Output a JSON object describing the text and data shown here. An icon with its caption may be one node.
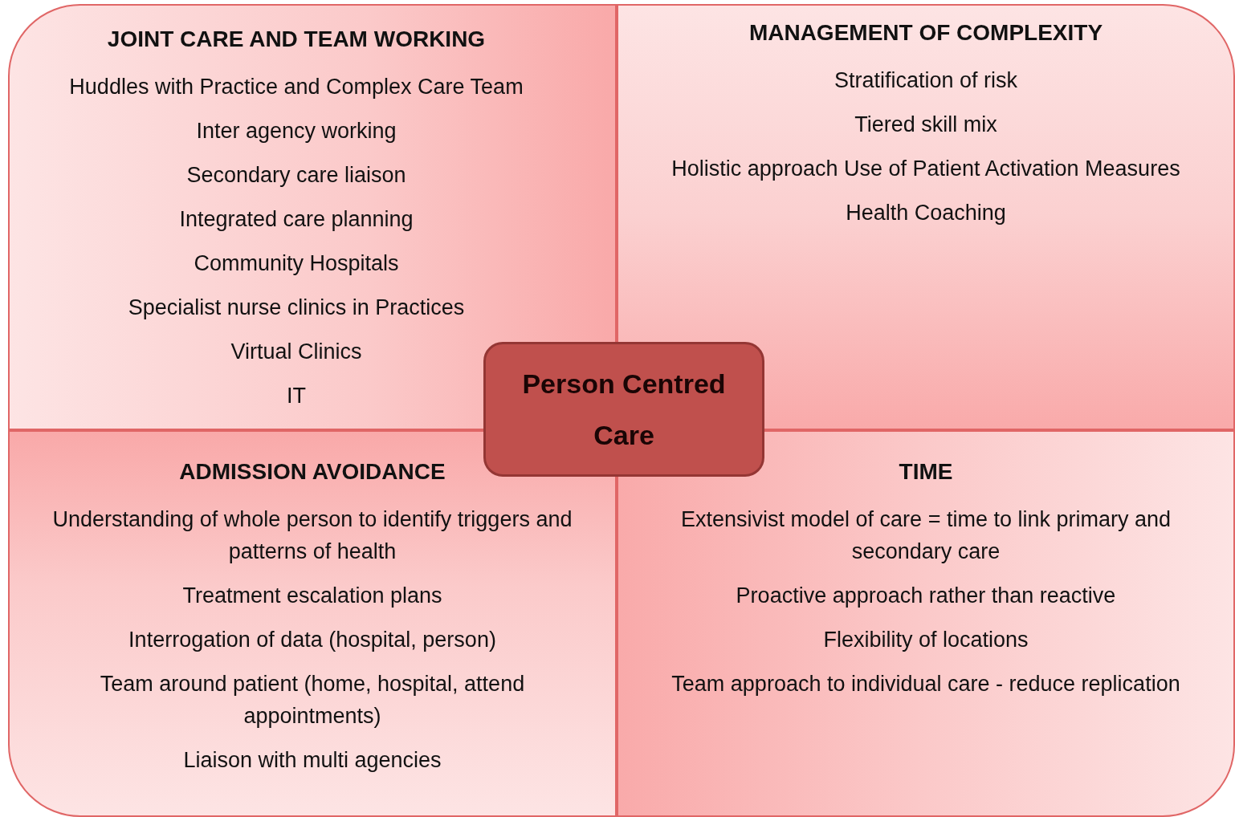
{
  "diagram": {
    "nodes": [
      {
        "text": [
          "JOINT CARE AND TEAM WORKING",
          "Huddles with Practice and Complex Care Team",
          "Inter agency working",
          "Secondary care liaison",
          "Integrated care planning",
          "Community Hospitals",
          "Specialist nurse clinics in Practices",
          "Virtual Clinics",
          "IT"
        ]
      },
      {
        "text": [
          "MANAGEMENT OF COMPLEXITY",
          "Stratification of risk",
          "Tiered skill mix",
          "Holistic approach  Use of Patient Activation Measures",
          "Health Coaching"
        ]
      },
      {
        "text": [
          "ADMISSION AVOIDANCE",
          "Understanding of whole person to identify triggers and patterns of health",
          "Treatment escalation plans",
          "Interrogation of data (hospital, person)",
          "Team around patient (home, hospital, attend appointments)",
          "Liaison with multi agencies"
        ]
      },
      {
        "text": [
          "TIME",
          "Extensivist model of care = time to link primary and secondary care",
          "Proactive approach  rather than reactive",
          "Flexibility of locations",
          "Team approach to individual care  - reduce replication"
        ]
      },
      {
        "text": [
          "Person Centred Care"
        ]
      }
    ]
  }
}
